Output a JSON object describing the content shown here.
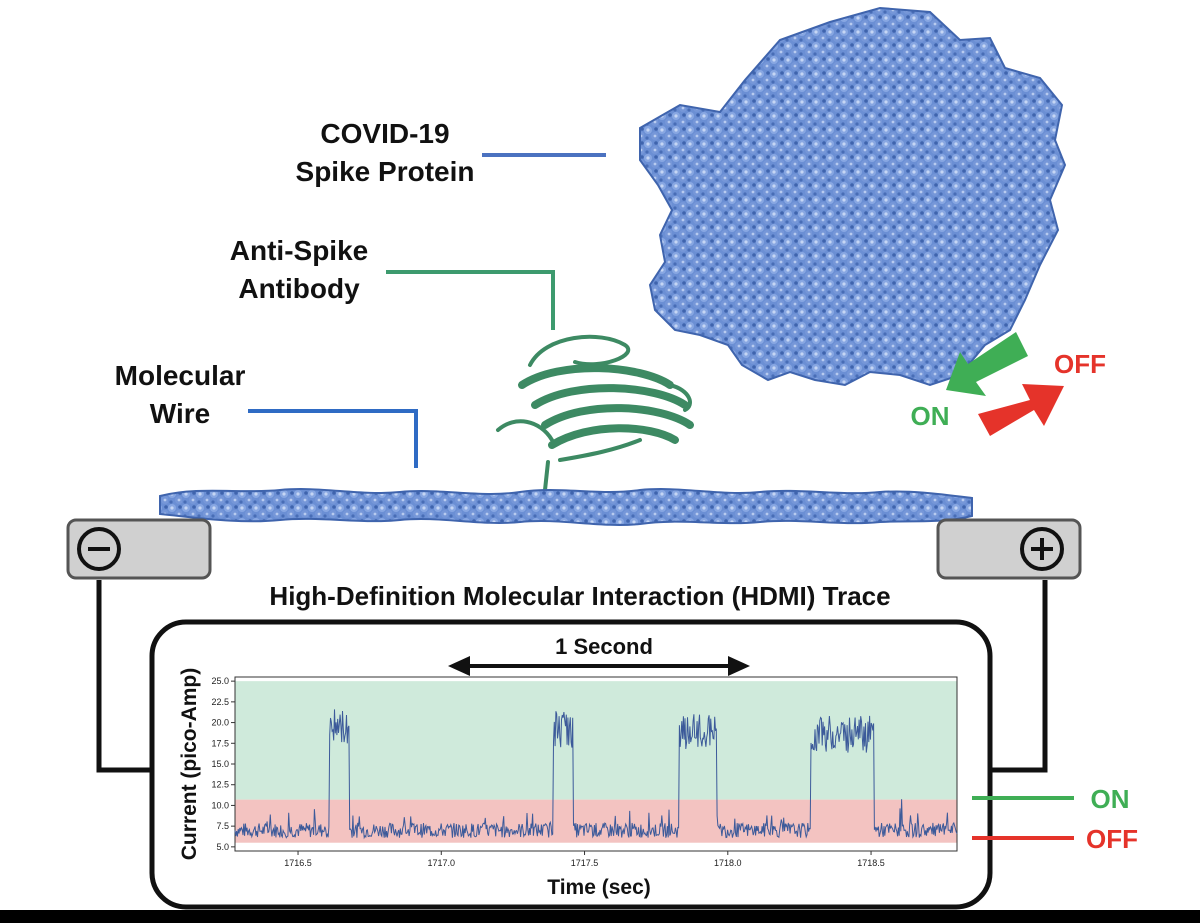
{
  "labels": {
    "spike": [
      "COVID-19",
      "Spike Protein"
    ],
    "antibody": [
      "Anti-Spike",
      "Antibody"
    ],
    "wire": [
      "Molecular",
      "Wire"
    ],
    "on_arrow": "ON",
    "off_arrow": "OFF",
    "trace_title": "High-Definition Molecular Interaction (HDMI) Trace",
    "one_second": "1 Second",
    "on_level": "ON",
    "off_level": "OFF"
  },
  "electrodes": {
    "negative": "−",
    "positive": "+"
  },
  "colors": {
    "protein_blue": "#5f86cf",
    "protein_dark": "#3f64ad",
    "antibody_green": "#3d8a63",
    "wire_leader_blue": "#2f6bc4",
    "on_green": "#3fae55",
    "off_red": "#e5332a",
    "on_band": "#cfeadb",
    "off_band": "#f3c3c1",
    "trace": "#3c5a9a"
  },
  "chart_data": {
    "type": "line",
    "xlabel": "Time (sec)",
    "ylabel": "Current (pico-Amp)",
    "xlim": [
      1716.28,
      1718.8
    ],
    "ylim": [
      4.5,
      25.5
    ],
    "xticks": [
      "1716.5",
      "1717.0",
      "1717.5",
      "1718.0",
      "1718.5"
    ],
    "xtick_values": [
      1716.5,
      1717.0,
      1717.5,
      1718.0,
      1718.5
    ],
    "yticks": [
      "5.0",
      "7.5",
      "10.0",
      "12.5",
      "15.0",
      "17.5",
      "20.0",
      "22.5",
      "25.0"
    ],
    "ytick_values": [
      5.0,
      7.5,
      10.0,
      12.5,
      15.0,
      17.5,
      20.0,
      22.5,
      25.0
    ],
    "bands": [
      {
        "name": "ON",
        "from": 10.7,
        "to": 25.0
      },
      {
        "name": "OFF",
        "from": 5.5,
        "to": 10.7
      }
    ],
    "events_on": [
      {
        "start": 1716.61,
        "end": 1716.68,
        "level": 19.5
      },
      {
        "start": 1717.39,
        "end": 1717.46,
        "level": 19.2
      },
      {
        "start": 1717.83,
        "end": 1717.96,
        "level": 18.8
      },
      {
        "start": 1718.29,
        "end": 1718.51,
        "level": 18.6
      }
    ],
    "baseline_level": 7.0
  }
}
